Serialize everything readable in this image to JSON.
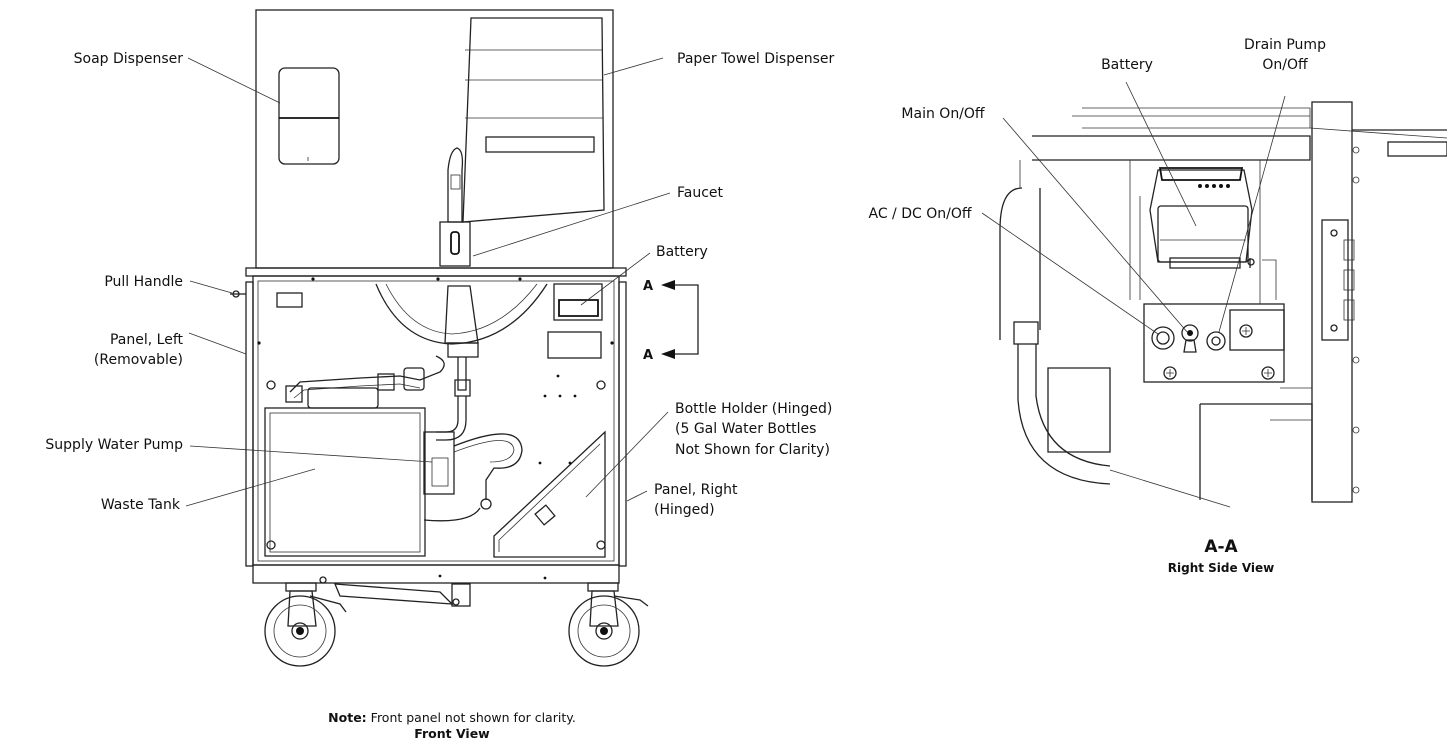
{
  "front_view": {
    "labels": {
      "soap_dispenser": "Soap Dispenser",
      "paper_towel_dispenser": "Paper Towel Dispenser",
      "faucet": "Faucet",
      "battery": "Battery",
      "pull_handle": "Pull Handle",
      "panel_left_1": "Panel, Left",
      "panel_left_2": "(Removable)",
      "supply_water_pump": "Supply Water Pump",
      "waste_tank": "Waste Tank",
      "bottle_holder_1": "Bottle Holder (Hinged)",
      "bottle_holder_2": "(5 Gal Water Bottles",
      "bottle_holder_3": "Not Shown for Clarity)",
      "panel_right_1": "Panel, Right",
      "panel_right_2": "(Hinged)"
    },
    "section_marker_top": "A",
    "section_marker_bottom": "A",
    "note_bold": "Note:",
    "note_text": " Front panel not shown for clarity.",
    "view_title": "Front View"
  },
  "side_view": {
    "labels": {
      "battery": "Battery",
      "drain_pump_1": "Drain Pump",
      "drain_pump_2": "On/Off",
      "main_on_off": "Main On/Off",
      "ac_dc_on_off": "AC / DC On/Off"
    },
    "section_title": "A-A",
    "view_title": "Right Side View"
  }
}
